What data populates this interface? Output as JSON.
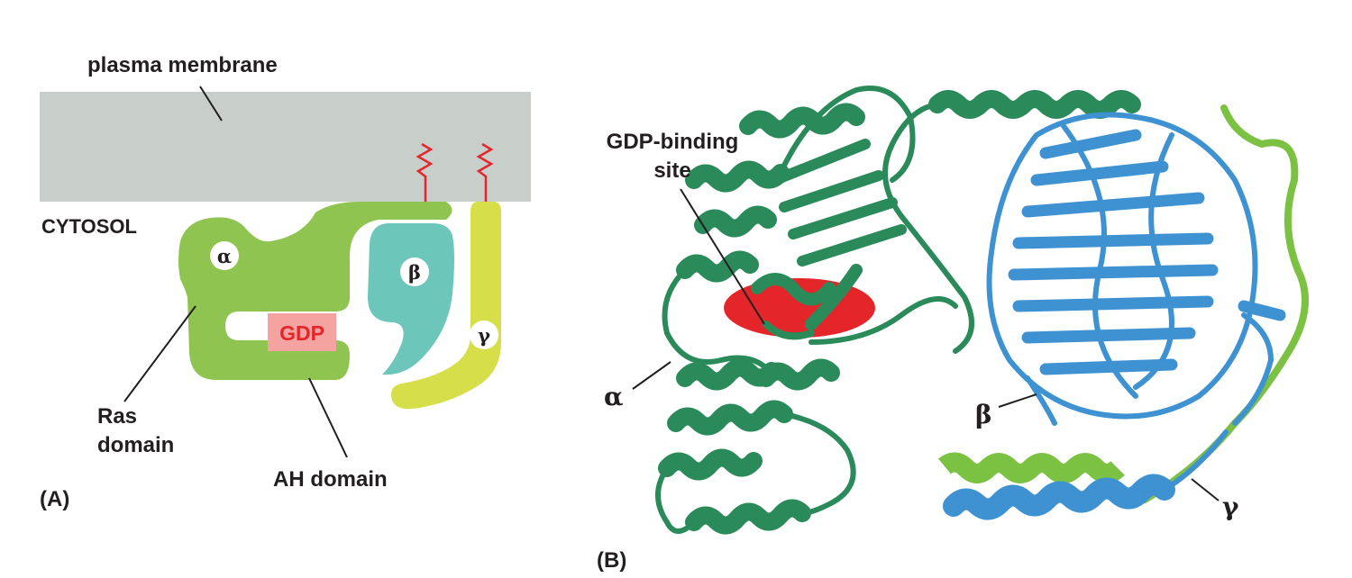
{
  "panel_a": {
    "membrane_label": "plasma membrane",
    "cytosol_label": "CYTOSOL",
    "alpha": "α",
    "beta": "β",
    "gamma": "γ",
    "gdp": "GDP",
    "ras_line1": "Ras",
    "ras_line2": "domain",
    "ah_domain": "AH domain",
    "panel_tag": "(A)"
  },
  "panel_b": {
    "gdp_site_line1": "GDP-binding",
    "gdp_site_line2": "site",
    "alpha": "α",
    "beta": "β",
    "gamma": "γ",
    "panel_tag": "(B)"
  },
  "colors": {
    "membrane": "#c8cfcb",
    "alpha_subunit": "#8fc450",
    "beta_subunit": "#6cc6b9",
    "gamma_subunit": "#d6df4a",
    "lipid_anchor": "#e4262b",
    "gdp_box": "#f4a3a0",
    "ribbon_alpha": "#2a8a5a",
    "ribbon_beta": "#3f92d2",
    "ribbon_gamma": "#7bc243",
    "gdp_site": "#e4262b"
  }
}
